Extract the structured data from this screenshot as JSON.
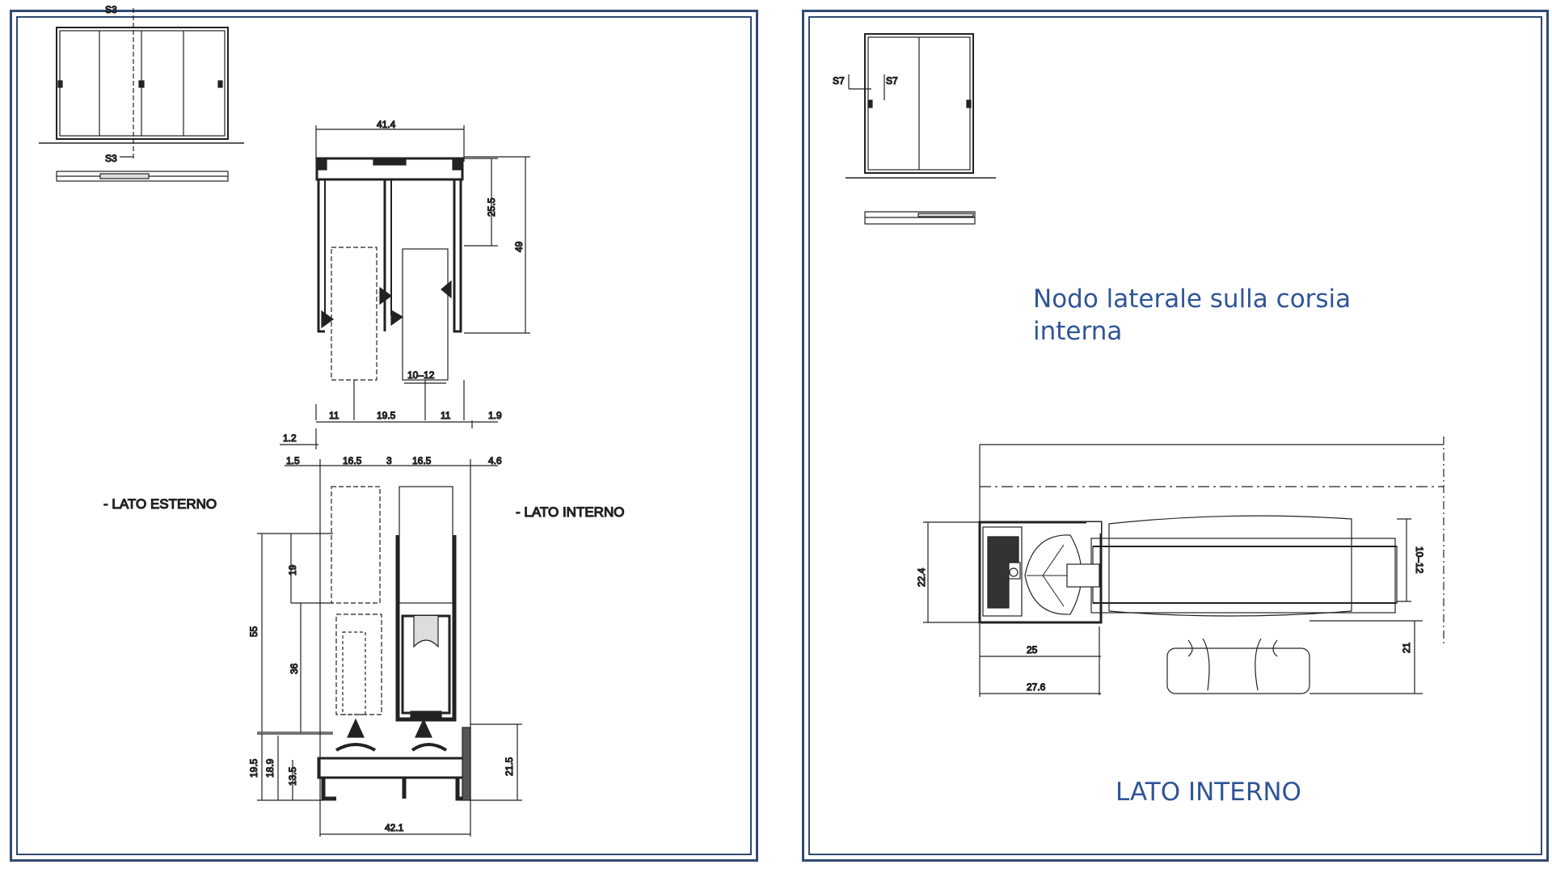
{
  "left": {
    "section_marks": [
      "S3",
      "S3"
    ],
    "dims_top": [
      "41.4",
      "25.5",
      "49",
      "10–12",
      "11",
      "19.5",
      "11",
      "1.9",
      "1.2"
    ],
    "dims_mid": [
      "1.5",
      "16.5",
      "3",
      "16.5",
      "4.6"
    ],
    "dims_left": [
      "19",
      "55",
      "36",
      "19.5",
      "18.9",
      "13.5"
    ],
    "dims_right": [
      "21.5"
    ],
    "dim_bottom": "42.1",
    "label_external": "- LATO ESTERNO",
    "label_internal": "- LATO INTERNO"
  },
  "right": {
    "section_marks": [
      "S7",
      "S7"
    ],
    "heading": "Nodo laterale sulla corsia interna",
    "dims": [
      "22.4",
      "10–12",
      "25",
      "21",
      "27.6"
    ],
    "side_label": "LATO INTERNO"
  }
}
